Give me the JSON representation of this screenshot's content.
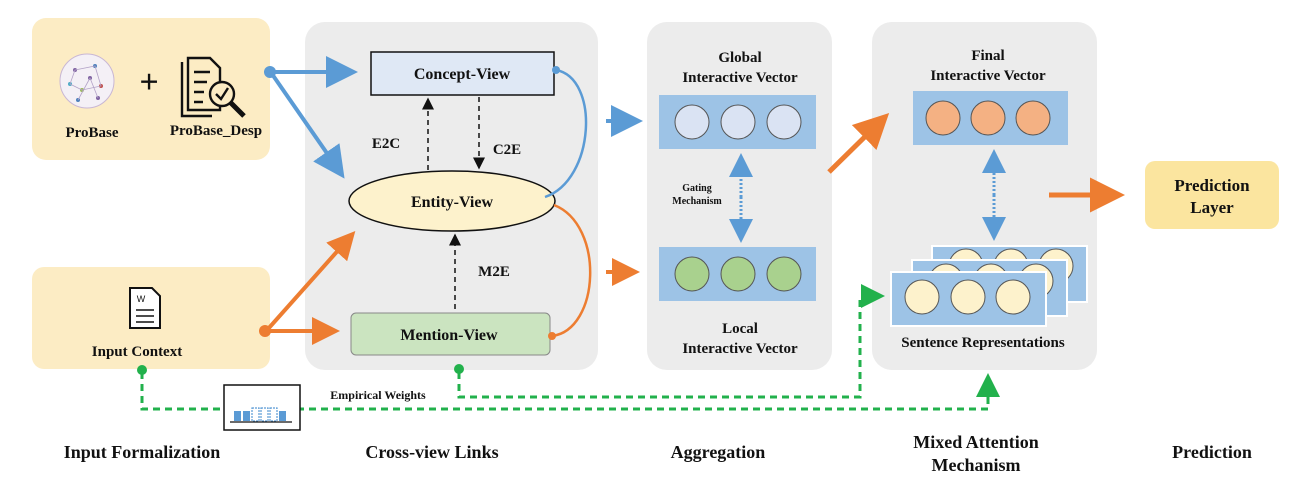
{
  "inputs": {
    "probase_label": "ProBase",
    "probase_desp_label": "ProBase_Desp",
    "plus_symbol": "+",
    "input_context_label": "Input Context",
    "doc_icon_letter": "W"
  },
  "views": {
    "concept": "Concept-View",
    "entity": "Entity-View",
    "mention": "Mention-View"
  },
  "links": {
    "e2c": "E2C",
    "c2e": "C2E",
    "m2e": "M2E"
  },
  "aggregation": {
    "global_line1": "Global",
    "global_line2": "Interactive Vector",
    "gating_line1": "Gating",
    "gating_line2": "Mechanism",
    "local_line1": "Local",
    "local_line2": "Interactive Vector"
  },
  "mixed": {
    "final_line1": "Final",
    "final_line2": "Interactive Vector",
    "sentence_label": "Sentence Representations"
  },
  "prediction": {
    "line1": "Prediction",
    "line2": "Layer"
  },
  "weights_label": "Empirical Weights",
  "stages": {
    "input": "Input Formalization",
    "cross": "Cross-view Links",
    "aggregation": "Aggregation",
    "mixed_line1": "Mixed Attention",
    "mixed_line2": "Mechanism",
    "prediction": "Prediction"
  },
  "colors": {
    "panel_gray": "#ececec",
    "input_yellow": "#fcecc4",
    "prediction_yellow": "#fbe59f",
    "concept_fill": "#dfe8f5",
    "entity_fill": "#fdf2cc",
    "mention_fill": "#cbe4c0",
    "vector_bar": "#9dc3e6",
    "blue_arrow": "#5b9bd5",
    "orange_arrow": "#ed7d31",
    "green_dashed": "#22b14c",
    "global_circle": "#dae3f3",
    "local_circle": "#a9d18e",
    "final_circle": "#f4b183",
    "sentence_circle": "#fdf2cc"
  }
}
